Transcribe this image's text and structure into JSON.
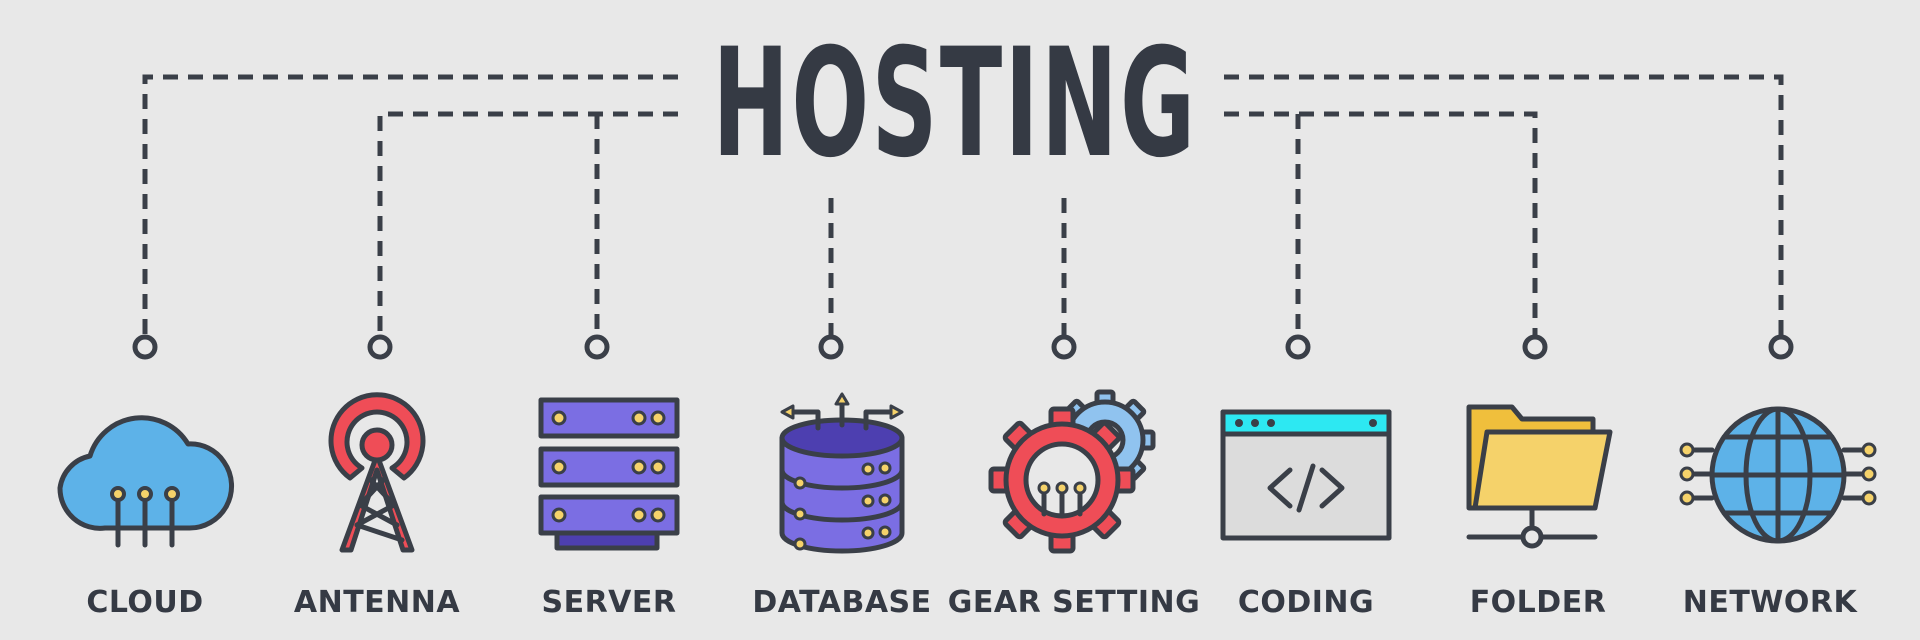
{
  "title": "HOSTING",
  "items": [
    {
      "label": "CLOUD",
      "icon": "cloud-icon"
    },
    {
      "label": "ANTENNA",
      "icon": "antenna-icon"
    },
    {
      "label": "SERVER",
      "icon": "server-icon"
    },
    {
      "label": "DATABASE",
      "icon": "database-icon"
    },
    {
      "label": "GEAR SETTING",
      "icon": "gear-icon"
    },
    {
      "label": "CODING",
      "icon": "coding-icon"
    },
    {
      "label": "FOLDER",
      "icon": "folder-icon"
    },
    {
      "label": "NETWORK",
      "icon": "network-icon"
    }
  ],
  "colors": {
    "background": "#e8e8e8",
    "outline": "#3a3f48",
    "blue": "#5db2e8",
    "red": "#ef4d57",
    "purple": "#7b6ee3",
    "yellow": "#f5d26a",
    "cyan": "#2de8f2",
    "light_gray": "#dcdcdc"
  }
}
